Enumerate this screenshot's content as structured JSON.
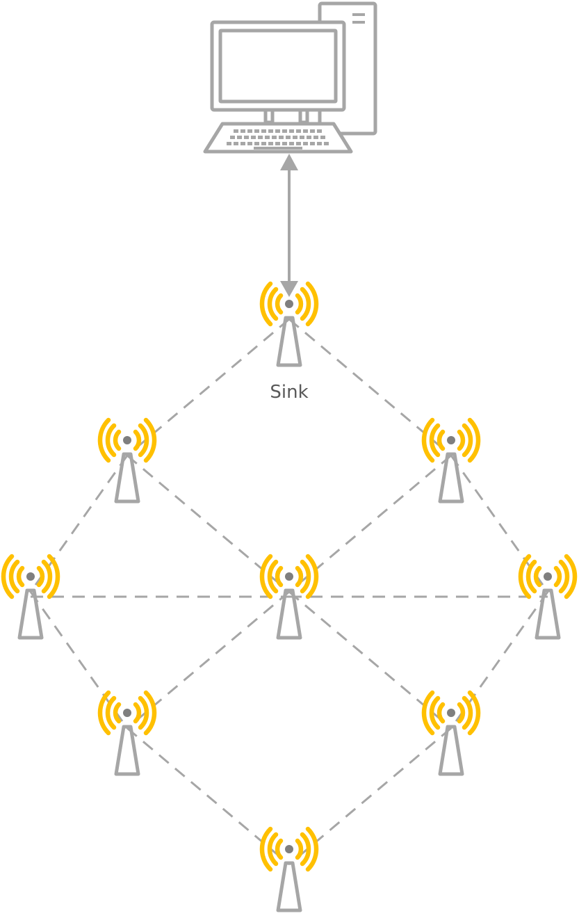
{
  "diagram": {
    "sink_label": "Sink",
    "colors": {
      "link": "#a6a6a6",
      "antenna_mast": "#a6a6a6",
      "antenna_waves": "#ffc000",
      "antenna_hub": "#7f7f7f",
      "computer": "#a6a6a6",
      "label": "#595959"
    },
    "icons": {
      "computer": "desktop-computer-icon",
      "node": "wireless-antenna-icon"
    },
    "nodes": [
      {
        "id": "sink",
        "role": "sink"
      },
      {
        "id": "node-upper-left",
        "role": "sensor"
      },
      {
        "id": "node-upper-right",
        "role": "sensor"
      },
      {
        "id": "node-far-left",
        "role": "sensor"
      },
      {
        "id": "node-center",
        "role": "sensor"
      },
      {
        "id": "node-far-right",
        "role": "sensor"
      },
      {
        "id": "node-lower-left",
        "role": "sensor"
      },
      {
        "id": "node-lower-right",
        "role": "sensor"
      },
      {
        "id": "node-bottom",
        "role": "sensor"
      }
    ],
    "links": [
      [
        "sink",
        "node-upper-left"
      ],
      [
        "sink",
        "node-upper-right"
      ],
      [
        "node-upper-left",
        "node-far-left"
      ],
      [
        "node-upper-left",
        "node-center"
      ],
      [
        "node-upper-right",
        "node-center"
      ],
      [
        "node-upper-right",
        "node-far-right"
      ],
      [
        "node-far-left",
        "node-center"
      ],
      [
        "node-center",
        "node-far-right"
      ],
      [
        "node-far-left",
        "node-lower-left"
      ],
      [
        "node-center",
        "node-lower-left"
      ],
      [
        "node-center",
        "node-lower-right"
      ],
      [
        "node-far-right",
        "node-lower-right"
      ],
      [
        "node-lower-left",
        "node-bottom"
      ],
      [
        "node-lower-right",
        "node-bottom"
      ]
    ],
    "uplink": {
      "from": "sink",
      "to": "computer",
      "style": "bidirectional-arrow"
    }
  }
}
